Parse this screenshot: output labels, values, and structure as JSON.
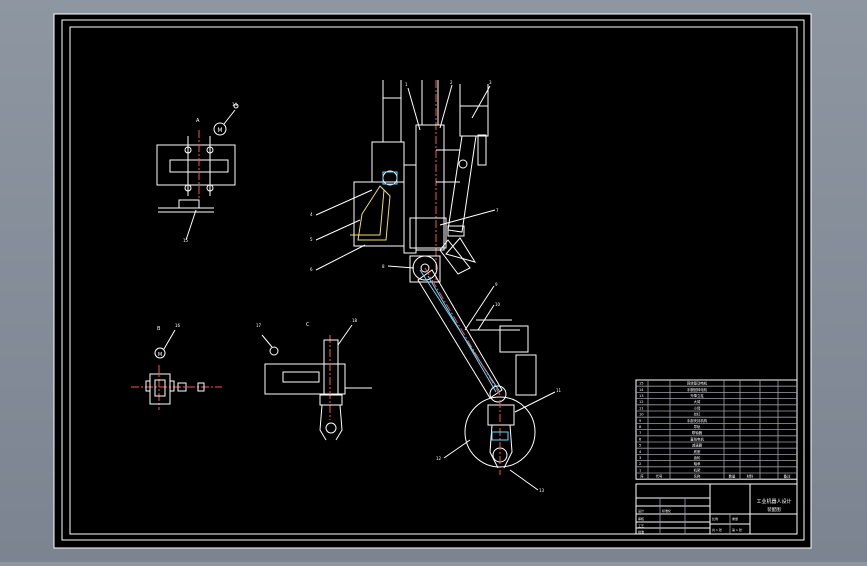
{
  "viewer": {
    "background_color": "#7f8894",
    "sheet_color": "#000000",
    "line_color": "#ffffff"
  },
  "drawing": {
    "title_block": {
      "title_line1": "工业机器人设计",
      "title_line2": "装配图",
      "header_labels": [
        "序",
        "代号",
        "名称",
        "数量",
        "材料",
        "备注"
      ],
      "sheet_label": "共 1 张",
      "sheet_no": "第 1 张",
      "scale_label": "比例",
      "weight_label": "重量",
      "designer_label": "设计",
      "checker_label": "审核",
      "process_label": "工艺",
      "approve_label": "批准",
      "standard_label": "标准化"
    },
    "bom_rows": [
      {
        "no": "15",
        "name": "回转驱动电机"
      },
      {
        "no": "14",
        "name": "手腕回转电机"
      },
      {
        "no": "13",
        "name": "升降立柱"
      },
      {
        "no": "12",
        "name": "大臂"
      },
      {
        "no": "11",
        "name": "小臂"
      },
      {
        "no": "10",
        "name": "丝杠"
      },
      {
        "no": "9",
        "name": "手部夹持机构"
      },
      {
        "no": "8",
        "name": "导轨"
      },
      {
        "no": "7",
        "name": "联轴器"
      },
      {
        "no": "6",
        "name": "直线电机"
      },
      {
        "no": "5",
        "name": "减速器"
      },
      {
        "no": "4",
        "name": "底座"
      },
      {
        "no": "3",
        "name": "齿轮"
      },
      {
        "no": "2",
        "name": "轴承"
      },
      {
        "no": "1",
        "name": "机架"
      }
    ],
    "view_labels": {
      "view_a": "A",
      "view_b": "B",
      "view_c": "C"
    },
    "balloons": [
      "1",
      "2",
      "3",
      "4",
      "5",
      "6",
      "7",
      "8",
      "9",
      "10",
      "11",
      "12",
      "13",
      "14",
      "15",
      "16",
      "17",
      "18"
    ],
    "motor_symbol": "M"
  }
}
